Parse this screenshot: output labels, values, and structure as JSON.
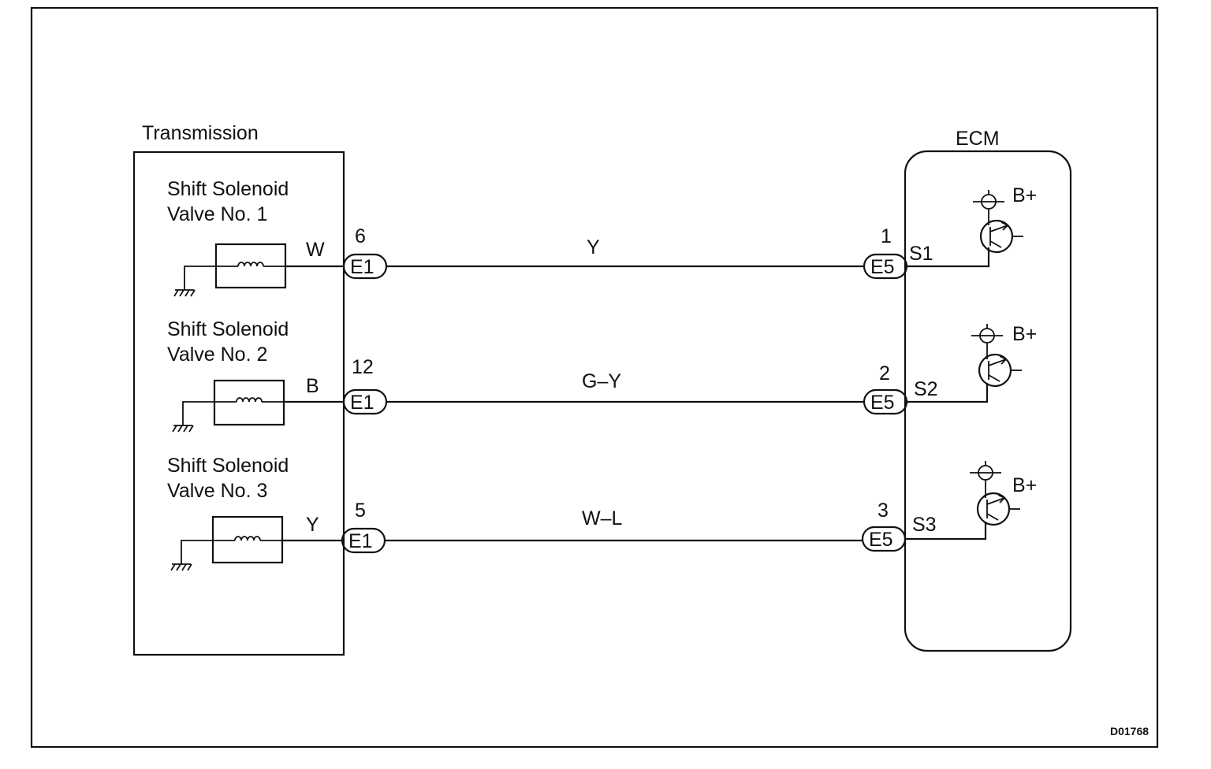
{
  "transmission": {
    "title": "Transmission",
    "valves": [
      {
        "line1": "Shift Solenoid",
        "line2": "Valve No. 1",
        "wire_color": "W"
      },
      {
        "line1": "Shift Solenoid",
        "line2": "Valve No. 2",
        "wire_color": "B"
      },
      {
        "line1": "Shift Solenoid",
        "line2": "Valve No. 3",
        "wire_color": "Y"
      }
    ]
  },
  "ecm": {
    "title": "ECM",
    "supply_label": "B+",
    "terminals": [
      {
        "pin": "1",
        "connector": "E5",
        "signal": "S1"
      },
      {
        "pin": "2",
        "connector": "E5",
        "signal": "S2"
      },
      {
        "pin": "3",
        "connector": "E5",
        "signal": "S3"
      }
    ]
  },
  "connections": [
    {
      "pin": "6",
      "connector": "E1",
      "wire": "Y"
    },
    {
      "pin": "12",
      "connector": "E1",
      "wire": "G–Y"
    },
    {
      "pin": "5",
      "connector": "E1",
      "wire": "W–L"
    }
  ],
  "figure_code": "D01768"
}
